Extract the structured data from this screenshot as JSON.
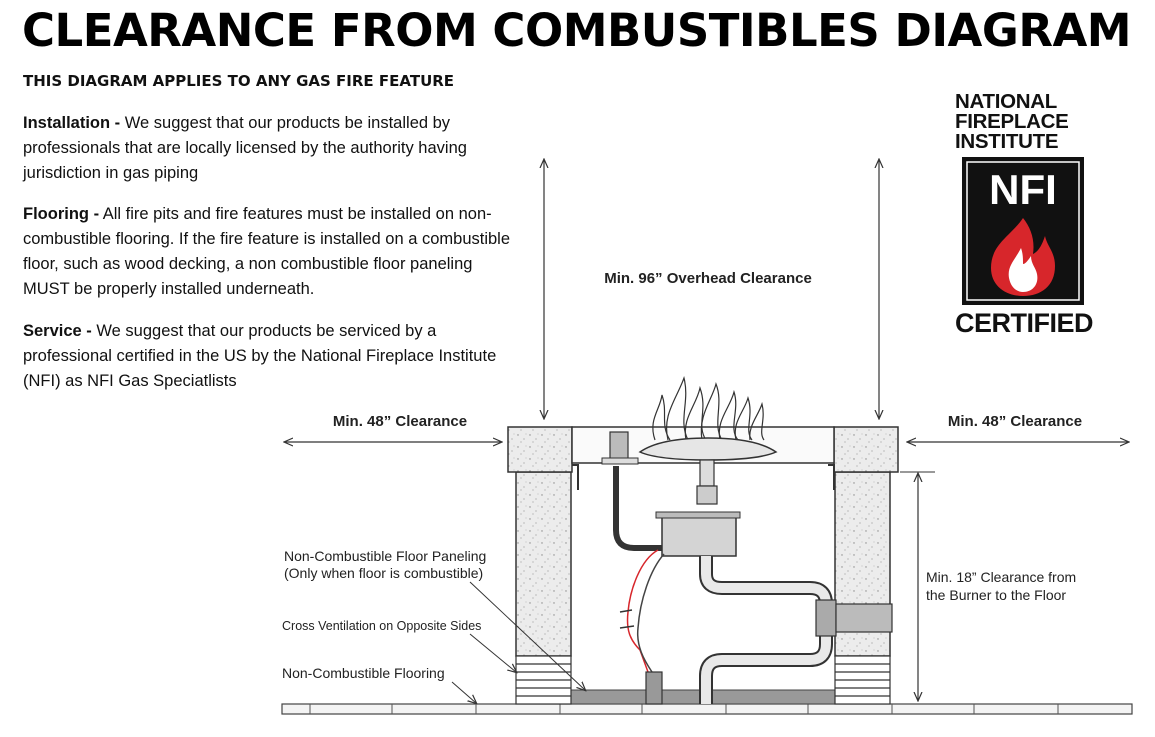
{
  "title": "CLEARANCE FROM COMBUSTIBLES DIAGRAM",
  "subtitle": "THIS DIAGRAM APPLIES TO ANY GAS FIRE FEATURE",
  "installation": {
    "heading": "Installation -",
    "text": " We suggest that our products be installed by professionals that are locally licensed by the authority having jurisdiction in gas piping"
  },
  "flooring": {
    "heading": "Flooring -",
    "text": " All fire pits and fire features must be installed on non-combustible flooring. If the fire feature is installed on a combustible floor, such as wood decking, a non combustible floor paneling MUST be properly installed underneath."
  },
  "service": {
    "heading": "Service -",
    "text": " We suggest that our products be serviced by a professional certified in the US by the National Fireplace Institute (NFI) as NFI Gas Speciatlists"
  },
  "labels": {
    "overhead": "Min. 96” Overhead Clearance",
    "left_clearance": "Min. 48” Clearance",
    "right_clearance": "Min. 48” Clearance",
    "burner_floor_1": "Min. 18” Clearance from",
    "burner_floor_2": "the Burner to the Floor",
    "paneling_1": "Non-Combustible Floor Paneling",
    "paneling_2": "(Only when floor is combustible)",
    "ventilation": "Cross Ventilation on Opposite Sides",
    "flooring": "Non-Combustible Flooring"
  },
  "logo": {
    "line1": "NATIONAL",
    "line2": "FIREPLACE",
    "line3": "INSTITUTE",
    "badge": "NFI",
    "certified": "CERTIFIED",
    "flame_color": "#d7262b"
  }
}
